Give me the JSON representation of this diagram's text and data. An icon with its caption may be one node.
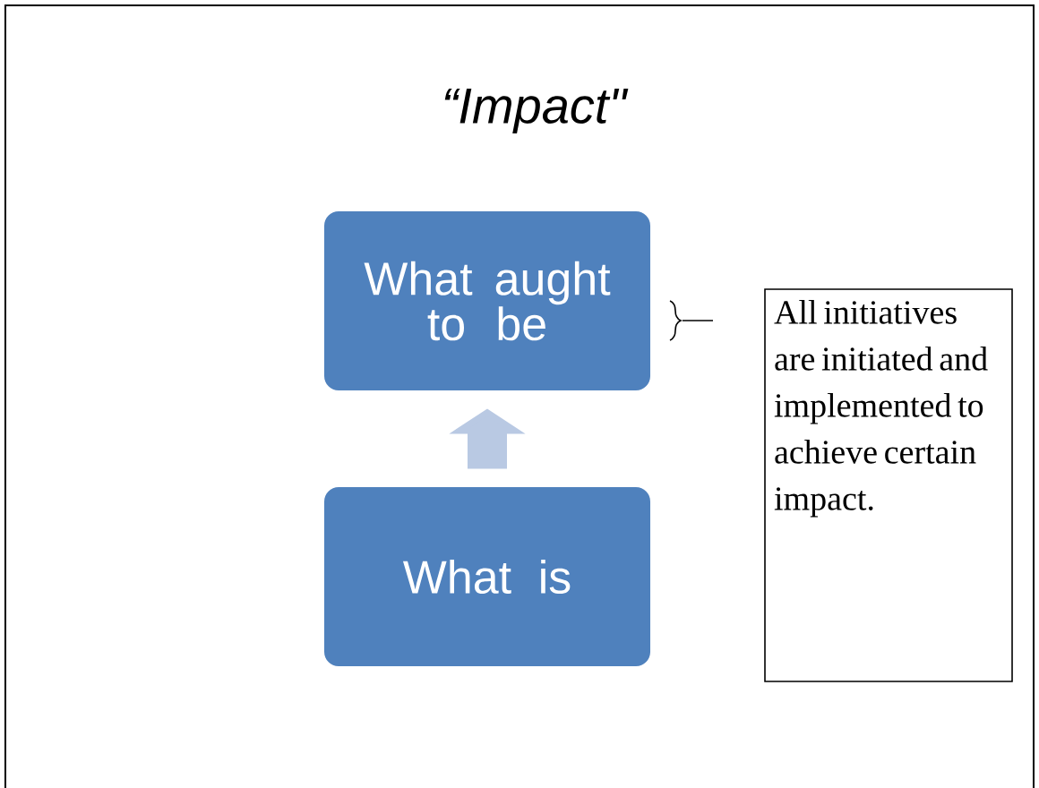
{
  "diagram": {
    "title": "“Impact\"",
    "nodes": [
      {
        "text": [
          "What aught to be"
        ]
      },
      {
        "text": [
          "What is"
        ]
      },
      {
        "text": [
          "All initiatives are initiated and implemented to achieve certain impact."
        ]
      }
    ],
    "edges": [
      {
        "from": 1,
        "to": 0,
        "arrow": "to"
      }
    ]
  }
}
